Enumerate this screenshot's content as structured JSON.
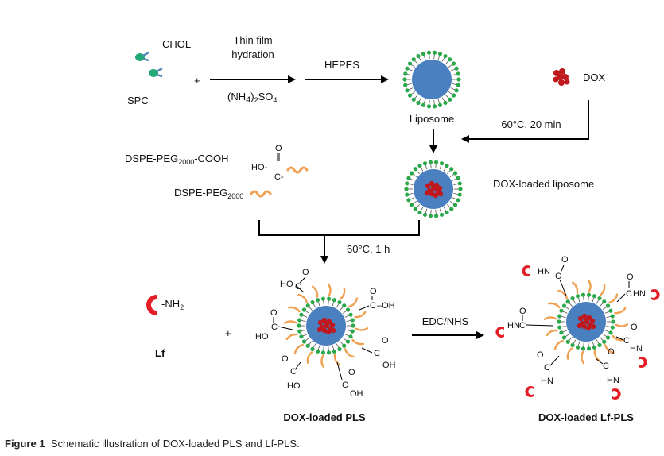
{
  "reagents": {
    "chol": "CHOL",
    "spc": "SPC",
    "plus": "+",
    "dox": "DOX",
    "lf": "Lf",
    "lf_group": "-NH",
    "lf_group_sub": "2",
    "peg_cooh_a": "DSPE-PEG",
    "peg_cooh_sub": "2000",
    "peg_cooh_b": "-COOH",
    "peg_a": "DSPE-PEG",
    "peg_sub": "2000",
    "carboxyl_o": "O",
    "carboxyl_ho": "HO-",
    "carboxyl_c": "C-"
  },
  "steps": {
    "thin_film_1": "Thin film",
    "thin_film_2": "hydration",
    "ammonium_a": "(NH",
    "ammonium_sub1": "4",
    "ammonium_b": ")",
    "ammonium_sub2": "2",
    "ammonium_c": "SO",
    "ammonium_sub3": "4",
    "hepes": "HEPES",
    "incubation_1": "60°C, 20 min",
    "incubation_2": "60°C, 1 h",
    "coupling": "EDC/NHS"
  },
  "products": {
    "liposome": "Liposome",
    "dox_liposome": "DOX-loaded liposome",
    "dox_pls": "DOX-loaded PLS",
    "dox_lf_pls": "DOX-loaded Lf-PLS"
  },
  "pls_groups": {
    "o": "O",
    "ho": "HO",
    "oh": "–OH",
    "oh2": "OH",
    "c": "C"
  },
  "lf_pls_groups": {
    "hn": "HN",
    "c": "C",
    "o": "O"
  },
  "caption": {
    "label": "Figure 1",
    "text": "Schematic illustration of DOX-loaded PLS and Lf-PLS."
  },
  "colors": {
    "lipid_head": "#2aa84a",
    "core": "#4a7fc0",
    "dox": "#c0181c",
    "peg": "#f0a050",
    "lf": "#e41e26",
    "chol_body": "#22a878",
    "chol_tail": "#5a8ab8"
  }
}
